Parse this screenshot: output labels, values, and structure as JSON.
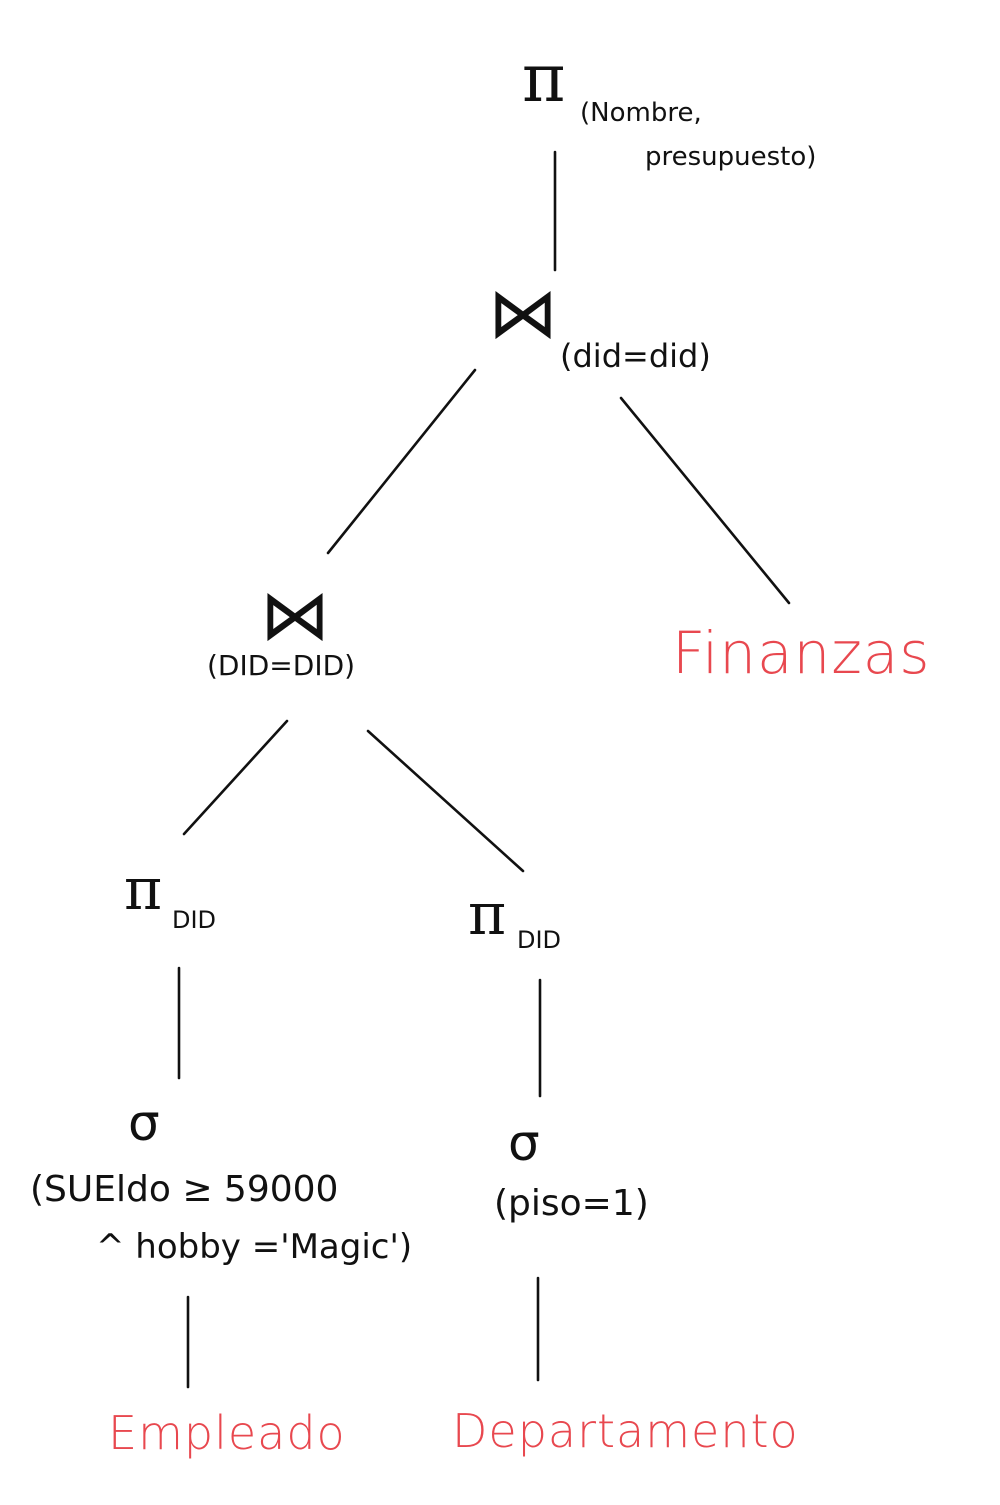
{
  "colors": {
    "ink": "#111111",
    "relation": "#e8484f"
  },
  "nodes": {
    "root_projection": {
      "symbol": "π",
      "attr_line1": "(Nombre,",
      "attr_line2": "presupuesto)"
    },
    "join_top": {
      "symbol": "⋈",
      "condition": "(did=did)"
    },
    "join_mid": {
      "symbol": "⋈",
      "condition": "(DID=DID)"
    },
    "proj_left": {
      "symbol": "π",
      "attr": "DID"
    },
    "proj_right": {
      "symbol": "π",
      "attr": "DID"
    },
    "select_left": {
      "symbol": "σ",
      "cond_line1": "(SUEldo ≥ 59000",
      "cond_line2": "^ hobby ='Magic')"
    },
    "select_right": {
      "symbol": "σ",
      "cond": "(piso=1)"
    }
  },
  "relations": {
    "finanzas": "Finanzas",
    "empleado": "Empleado",
    "departamento": "Departamento"
  }
}
